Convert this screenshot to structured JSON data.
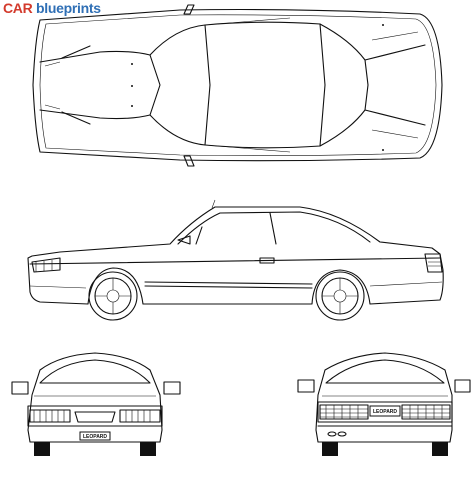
{
  "watermark": {
    "brand_part1": "CAR",
    "brand_part2": " blueprints"
  },
  "plates": {
    "front": "LEOPARD",
    "rear": "LEOPARD"
  }
}
